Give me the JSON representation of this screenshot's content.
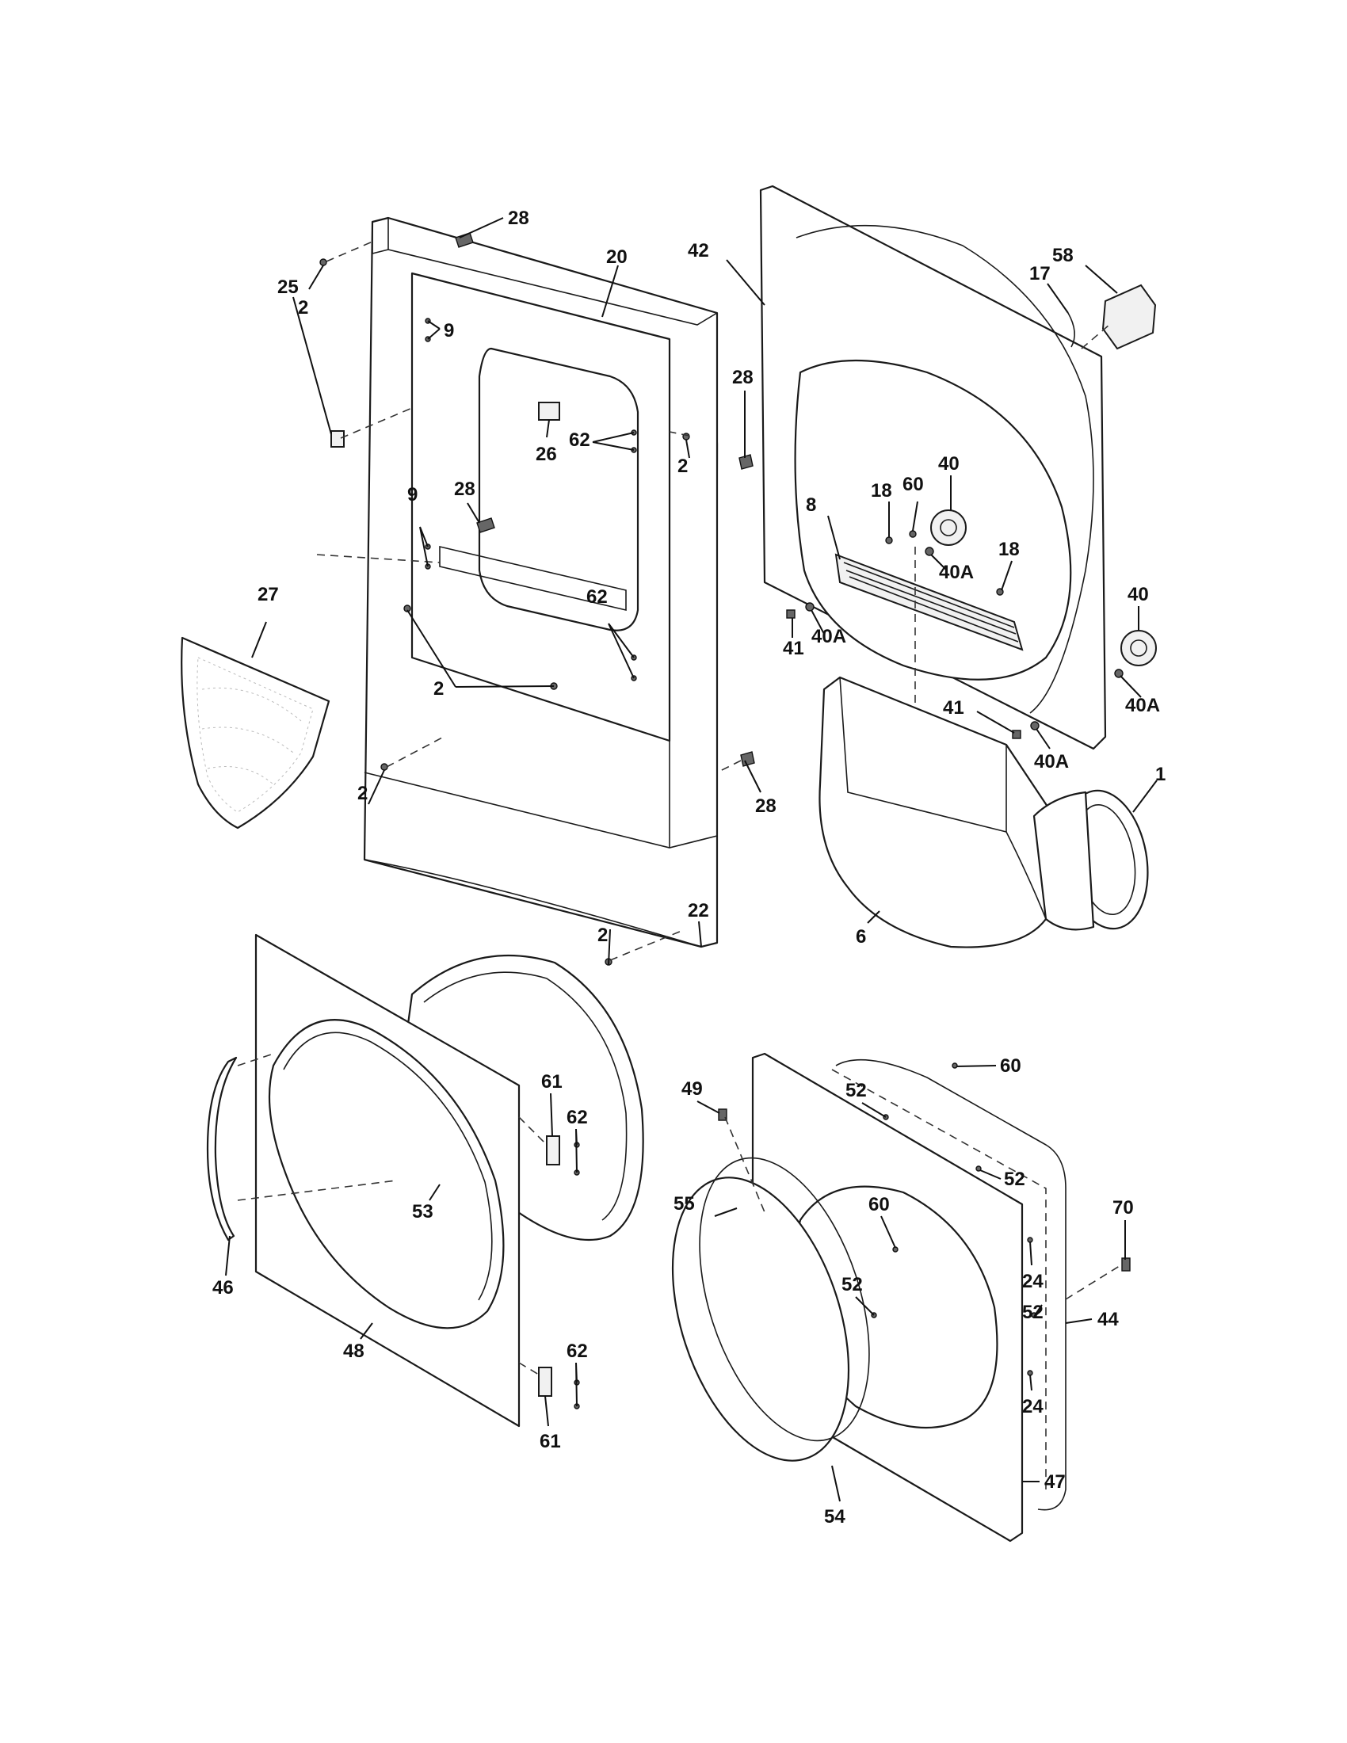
{
  "callouts": [
    {
      "id": "c28a",
      "text": "28"
    },
    {
      "id": "c2a",
      "text": "2"
    },
    {
      "id": "c20",
      "text": "20"
    },
    {
      "id": "c9a",
      "text": "9"
    },
    {
      "id": "c25",
      "text": "25"
    },
    {
      "id": "c26",
      "text": "26"
    },
    {
      "id": "c62a",
      "text": "62"
    },
    {
      "id": "c28b",
      "text": "28"
    },
    {
      "id": "c2b",
      "text": "2"
    },
    {
      "id": "c28c",
      "text": "28"
    },
    {
      "id": "c9b",
      "text": "9"
    },
    {
      "id": "c27",
      "text": "27"
    },
    {
      "id": "c62b",
      "text": "62"
    },
    {
      "id": "c2c",
      "text": "2"
    },
    {
      "id": "c2d",
      "text": "2"
    },
    {
      "id": "c28d",
      "text": "28"
    },
    {
      "id": "c2e",
      "text": "2"
    },
    {
      "id": "c22",
      "text": "22"
    },
    {
      "id": "c42",
      "text": "42"
    },
    {
      "id": "c58",
      "text": "58"
    },
    {
      "id": "c17",
      "text": "17"
    },
    {
      "id": "c18a",
      "text": "18"
    },
    {
      "id": "c60a",
      "text": "60"
    },
    {
      "id": "c40a",
      "text": "40"
    },
    {
      "id": "c8",
      "text": "8"
    },
    {
      "id": "c40Aa",
      "text": "40A"
    },
    {
      "id": "c18b",
      "text": "18"
    },
    {
      "id": "c40b",
      "text": "40"
    },
    {
      "id": "c41a",
      "text": "41"
    },
    {
      "id": "c40Ab",
      "text": "40A"
    },
    {
      "id": "c40Ac",
      "text": "40A"
    },
    {
      "id": "c41b",
      "text": "41"
    },
    {
      "id": "c40Ad",
      "text": "40A"
    },
    {
      "id": "c1",
      "text": "1"
    },
    {
      "id": "c6",
      "text": "6"
    },
    {
      "id": "c61a",
      "text": "61"
    },
    {
      "id": "c62c",
      "text": "62"
    },
    {
      "id": "c53",
      "text": "53"
    },
    {
      "id": "c46",
      "text": "46"
    },
    {
      "id": "c48",
      "text": "48"
    },
    {
      "id": "c62d",
      "text": "62"
    },
    {
      "id": "c61b",
      "text": "61"
    },
    {
      "id": "c60b",
      "text": "60"
    },
    {
      "id": "c49",
      "text": "49"
    },
    {
      "id": "c52a",
      "text": "52"
    },
    {
      "id": "c55",
      "text": "55"
    },
    {
      "id": "c52b",
      "text": "52"
    },
    {
      "id": "c60c",
      "text": "60"
    },
    {
      "id": "c70",
      "text": "70"
    },
    {
      "id": "c24a",
      "text": "24"
    },
    {
      "id": "c52c",
      "text": "52"
    },
    {
      "id": "c52d",
      "text": "52"
    },
    {
      "id": "c44",
      "text": "44"
    },
    {
      "id": "c24b",
      "text": "24"
    },
    {
      "id": "c47",
      "text": "47"
    },
    {
      "id": "c54",
      "text": "54"
    }
  ]
}
